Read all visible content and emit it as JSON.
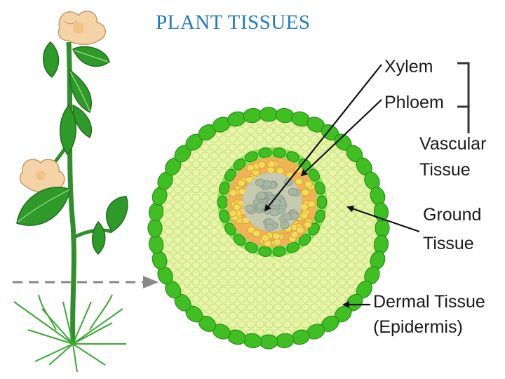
{
  "title": "PLANT TISSUES",
  "labels": {
    "xylem": "Xylem",
    "phloem": "Phloem",
    "vascular_1": "Vascular",
    "vascular_2": "Tissue",
    "ground_1": "Ground",
    "ground_2": "Tissue",
    "dermal_1": "Dermal Tissue",
    "dermal_2": "(Epidermis)"
  },
  "colors": {
    "title": "#1f7cc0",
    "epidermis": "#3fbf22",
    "epidermis_light": "#8fe35a",
    "ground": "#e6f4a6",
    "ground_cell": "#d2e683",
    "xylem": "#a9b8a6",
    "phloem": "#f0b254",
    "phloem_cell": "#f2dc5a",
    "leaf": "#2e9a2a",
    "flower": "#f4d3a6",
    "arrow": "#111111",
    "dashed_arrow": "#888888"
  },
  "icons": {
    "plant": "plant-illustration",
    "cross_section": "stem-cross-section"
  }
}
